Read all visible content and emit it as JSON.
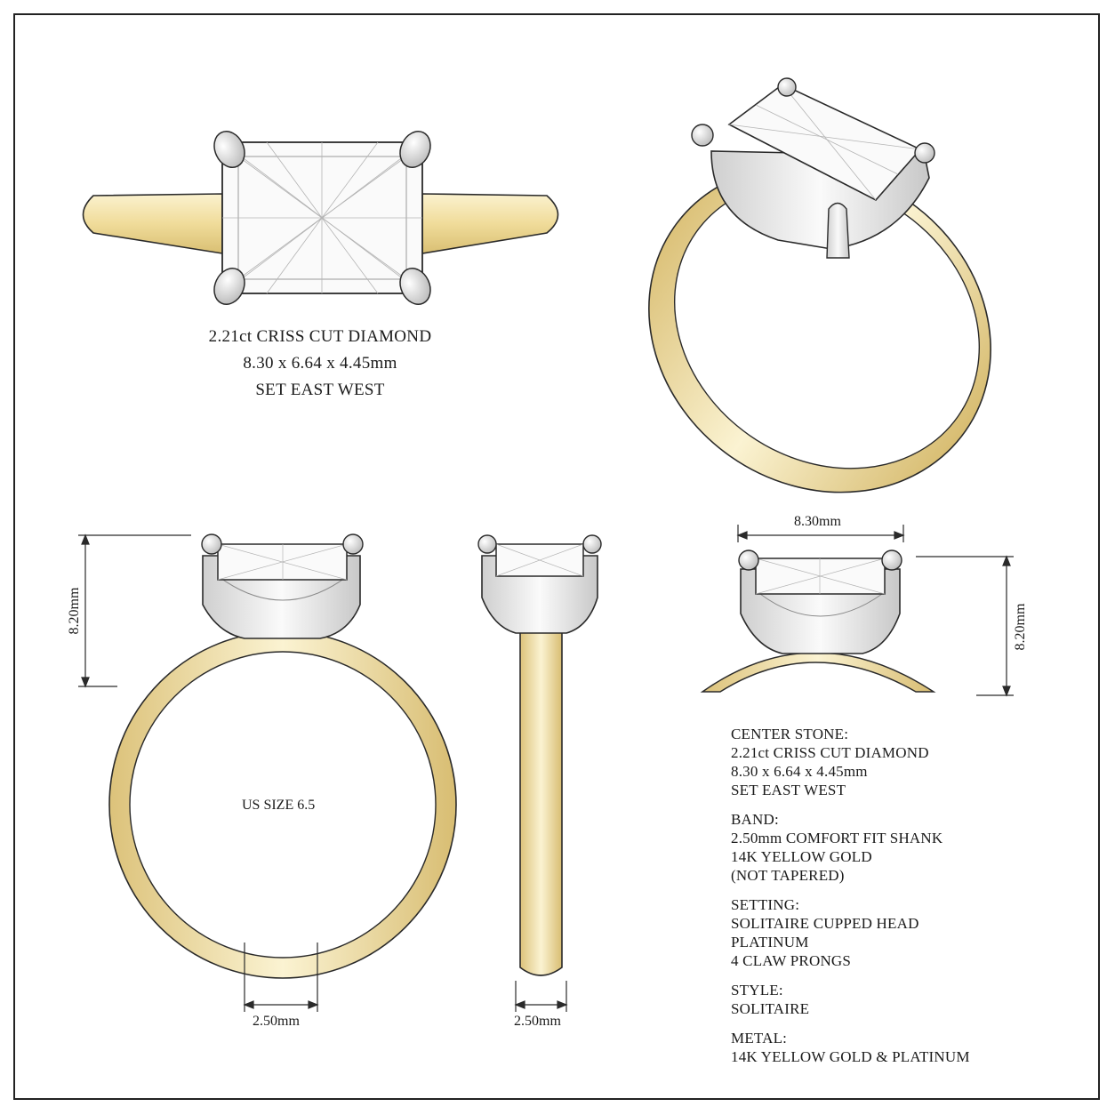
{
  "top_caption": {
    "line1": "2.21ct CRISS CUT DIAMOND",
    "line2": "8.30 x 6.64 x 4.45mm",
    "line3": "SET EAST WEST"
  },
  "dimensions": {
    "front_height": "8.20mm",
    "front_band_width": "2.50mm",
    "side_band_width": "2.50mm",
    "head_width": "8.30mm",
    "head_height": "8.20mm"
  },
  "ring_size": "US SIZE 6.5",
  "specs": [
    {
      "heading": "CENTER STONE:",
      "lines": [
        "2.21ct CRISS CUT DIAMOND",
        "8.30 x 6.64 x 4.45mm",
        "SET EAST WEST"
      ]
    },
    {
      "heading": "BAND:",
      "lines": [
        "2.50mm COMFORT FIT SHANK",
        "14K YELLOW GOLD",
        "(NOT TAPERED)"
      ]
    },
    {
      "heading": "SETTING:",
      "lines": [
        "SOLITAIRE CUPPED HEAD",
        "PLATINUM",
        "4 CLAW PRONGS"
      ]
    },
    {
      "heading": "STYLE:",
      "lines": [
        "SOLITAIRE"
      ]
    },
    {
      "heading": "METAL:",
      "lines": [
        "14K YELLOW GOLD & PLATINUM"
      ]
    }
  ],
  "colors": {
    "gold": "#f0dc9a",
    "gold_dark": "#c9ac5c",
    "platinum": "#e6e6e6",
    "line": "#2a2a2a"
  }
}
